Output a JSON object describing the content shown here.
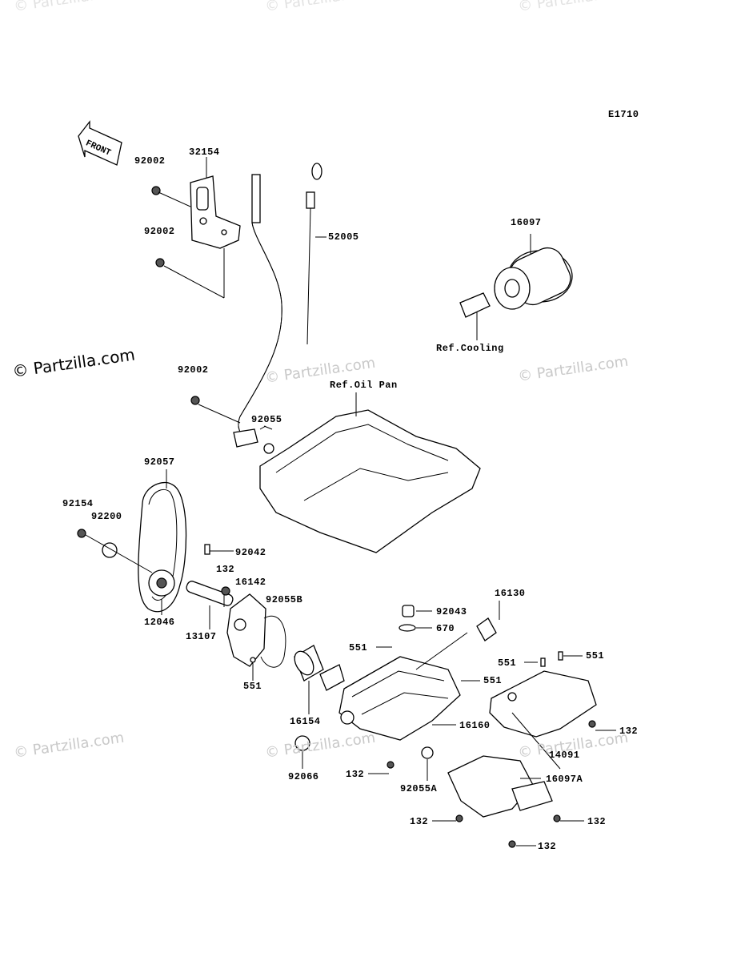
{
  "diagram_code": "E1710",
  "front_label": "FRONT",
  "ref_labels": {
    "oil_pan": "Ref.Oil Pan",
    "cooling": "Ref.Cooling"
  },
  "watermark": "© Partzilla.com",
  "part_labels": [
    {
      "id": "p92002a",
      "text": "92002"
    },
    {
      "id": "p32154",
      "text": "32154"
    },
    {
      "id": "p92002b",
      "text": "92002"
    },
    {
      "id": "p52005",
      "text": "52005"
    },
    {
      "id": "p16097",
      "text": "16097"
    },
    {
      "id": "p92002c",
      "text": "92002"
    },
    {
      "id": "p92055",
      "text": "92055"
    },
    {
      "id": "p92057",
      "text": "92057"
    },
    {
      "id": "p92154",
      "text": "92154"
    },
    {
      "id": "p92200",
      "text": "92200"
    },
    {
      "id": "p92042",
      "text": "92042"
    },
    {
      "id": "p132a",
      "text": "132"
    },
    {
      "id": "p16142",
      "text": "16142"
    },
    {
      "id": "p92055b",
      "text": "92055B"
    },
    {
      "id": "p12046",
      "text": "12046"
    },
    {
      "id": "p13107",
      "text": "13107"
    },
    {
      "id": "p16130",
      "text": "16130"
    },
    {
      "id": "p92043",
      "text": "92043"
    },
    {
      "id": "p670",
      "text": "670"
    },
    {
      "id": "p551a",
      "text": "551"
    },
    {
      "id": "p551b",
      "text": "551"
    },
    {
      "id": "p551c",
      "text": "551"
    },
    {
      "id": "p551d",
      "text": "551"
    },
    {
      "id": "p551e",
      "text": "551"
    },
    {
      "id": "p16154",
      "text": "16154"
    },
    {
      "id": "p16160",
      "text": "16160"
    },
    {
      "id": "p132b",
      "text": "132"
    },
    {
      "id": "p14091",
      "text": "14091"
    },
    {
      "id": "p92066",
      "text": "92066"
    },
    {
      "id": "p132c",
      "text": "132"
    },
    {
      "id": "p92055a",
      "text": "92055A"
    },
    {
      "id": "p16097a",
      "text": "16097A"
    },
    {
      "id": "p132d",
      "text": "132"
    },
    {
      "id": "p132e",
      "text": "132"
    },
    {
      "id": "p132f",
      "text": "132"
    }
  ]
}
